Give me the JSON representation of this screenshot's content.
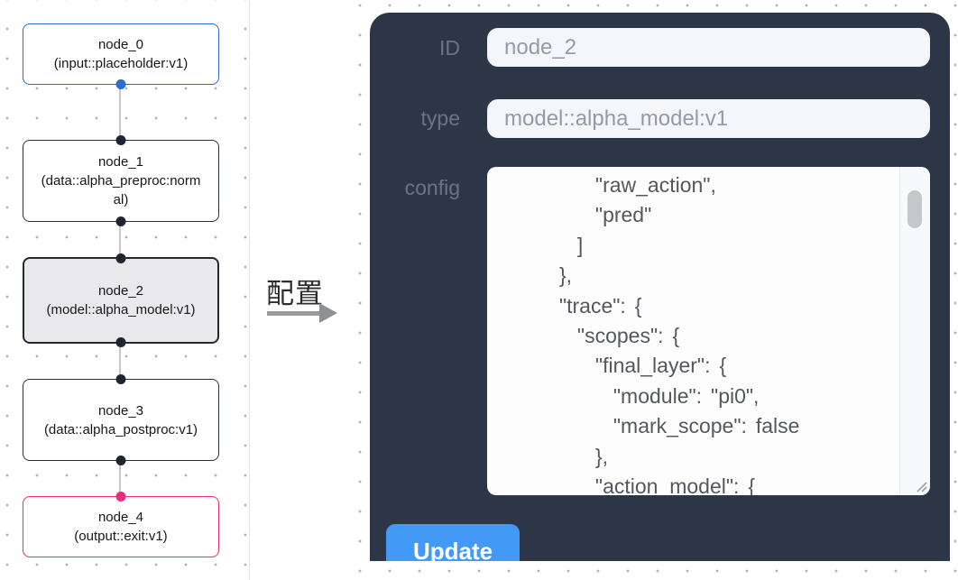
{
  "transition": {
    "label": "配置"
  },
  "graph": {
    "nodes": [
      {
        "id": "node_0",
        "type": "(input::placeholder:v1)"
      },
      {
        "id": "node_1",
        "type": "(data::alpha_preproc:normal)"
      },
      {
        "id": "node_2",
        "type": "(model::alpha_model:v1)"
      },
      {
        "id": "node_3",
        "type": "(data::alpha_postproc:v1)"
      },
      {
        "id": "node_4",
        "type": "(output::exit:v1)"
      }
    ]
  },
  "panel": {
    "id_label": "ID",
    "id_value": "node_2",
    "type_label": "type",
    "type_value": "model::alpha_model:v1",
    "config_label": "config",
    "config_lines": [
      "          \"raw_action\",",
      "          \"pred\"",
      "        ]",
      "      },",
      "      \"trace\": {",
      "        \"scopes\": {",
      "          \"final_layer\": {",
      "            \"module\": \"pi0\",",
      "            \"mark_scope\": false",
      "          },",
      "          \"action_model\": {"
    ],
    "update_label": "Update"
  },
  "colors": {
    "panel_bg": "#2c3646",
    "node_accent_blue": "#2e6bd8",
    "node_accent_pink": "#ec2a80",
    "selected_node_bg": "#e9e9eb",
    "button_blue": "#429af6"
  }
}
